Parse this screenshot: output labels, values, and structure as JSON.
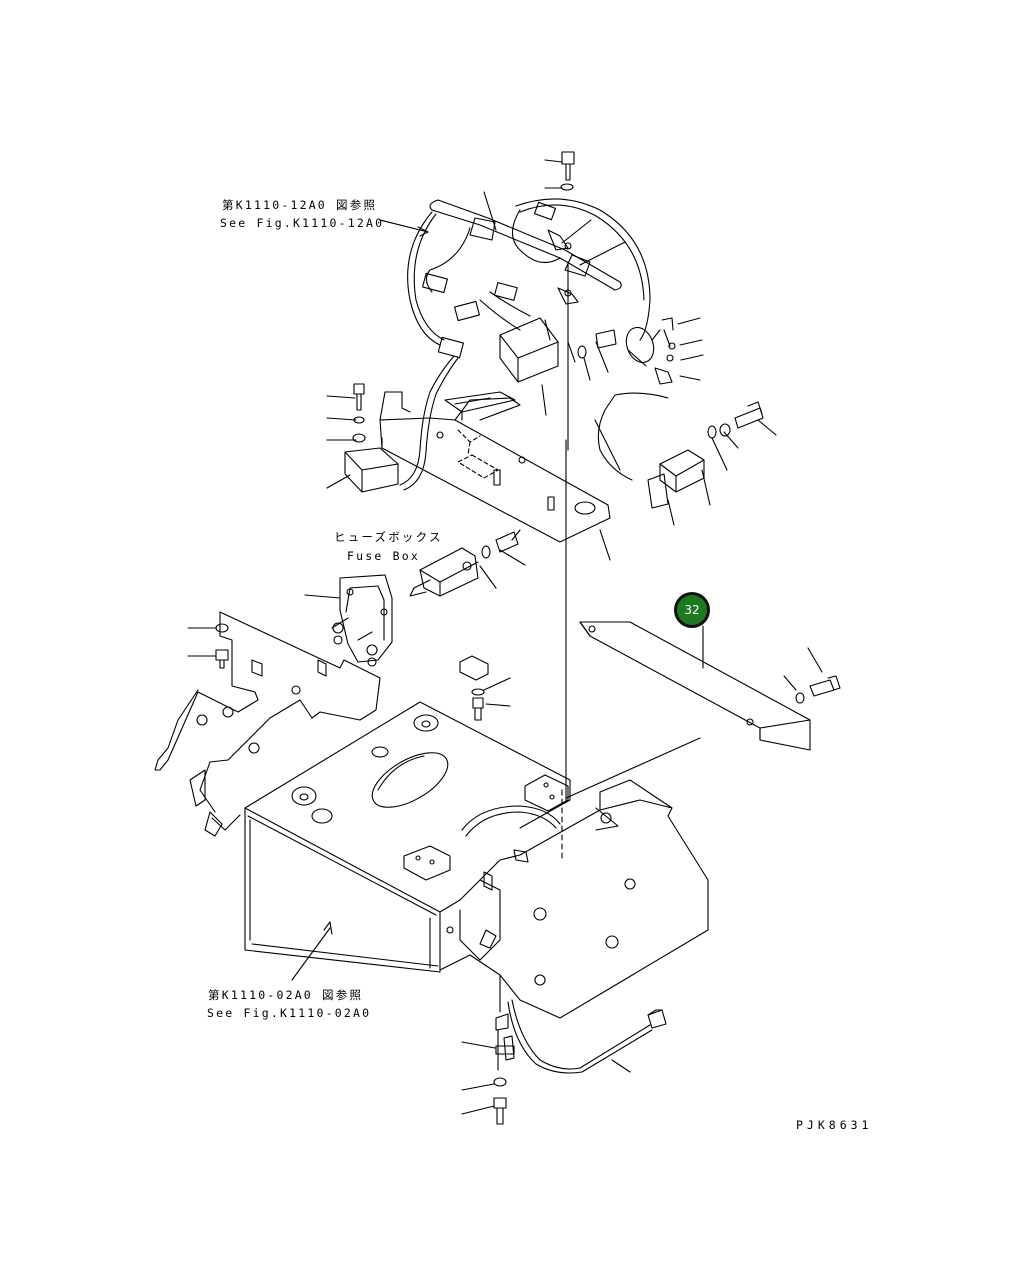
{
  "labels": {
    "ref_top_jp": "第K1110-12A0 図参照",
    "ref_top_en": "See Fig.K1110-12A0",
    "fuse_jp": "ヒューズボックス",
    "fuse_en": "Fuse Box",
    "ref_bottom_jp": "第K1110-02A0 図参照",
    "ref_bottom_en": "See Fig.K1110-02A0",
    "drawing_code": "PJK8631"
  },
  "callouts": [
    {
      "number": "32",
      "color": "#1d7a1f"
    }
  ]
}
